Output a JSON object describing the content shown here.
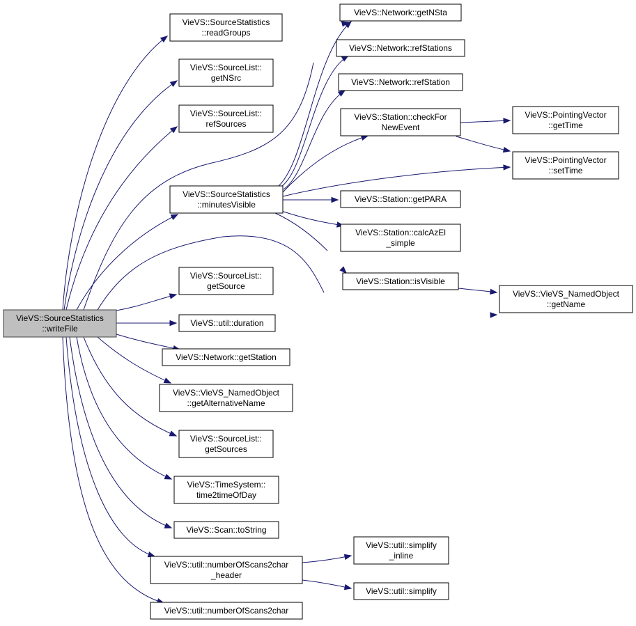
{
  "nodes": [
    {
      "id": "writeFile",
      "lines": [
        "VieVS::SourceStatistics",
        "::writeFile"
      ],
      "highlighted": true
    },
    {
      "id": "readGroups",
      "lines": [
        "VieVS::SourceStatistics",
        "::readGroups"
      ]
    },
    {
      "id": "getNSrc",
      "lines": [
        "VieVS::SourceList::",
        "getNSrc"
      ]
    },
    {
      "id": "refSources",
      "lines": [
        "VieVS::SourceList::",
        "refSources"
      ]
    },
    {
      "id": "minutesVisible",
      "lines": [
        "VieVS::SourceStatistics",
        "::minutesVisible"
      ]
    },
    {
      "id": "getSource",
      "lines": [
        "VieVS::SourceList::",
        "getSource"
      ]
    },
    {
      "id": "duration",
      "lines": [
        "VieVS::util::duration"
      ]
    },
    {
      "id": "getStation",
      "lines": [
        "VieVS::Network::getStation"
      ]
    },
    {
      "id": "getAlternativeName",
      "lines": [
        "VieVS::VieVS_NamedObject",
        "::getAlternativeName"
      ]
    },
    {
      "id": "getSources",
      "lines": [
        "VieVS::SourceList::",
        "getSources"
      ]
    },
    {
      "id": "time2timeOfDay",
      "lines": [
        "VieVS::TimeSystem::",
        "time2timeOfDay"
      ]
    },
    {
      "id": "toString",
      "lines": [
        "VieVS::Scan::toString"
      ]
    },
    {
      "id": "numberOfScans2char_header",
      "lines": [
        "VieVS::util::numberOfScans2char",
        "_header"
      ]
    },
    {
      "id": "numberOfScans2char",
      "lines": [
        "VieVS::util::numberOfScans2char"
      ]
    },
    {
      "id": "getNSta",
      "lines": [
        "VieVS::Network::getNSta"
      ]
    },
    {
      "id": "refStations",
      "lines": [
        "VieVS::Network::refStations"
      ]
    },
    {
      "id": "refStation",
      "lines": [
        "VieVS::Network::refStation"
      ]
    },
    {
      "id": "checkForNewEvent",
      "lines": [
        "VieVS::Station::checkFor",
        "NewEvent"
      ]
    },
    {
      "id": "getPARA",
      "lines": [
        "VieVS::Station::getPARA"
      ]
    },
    {
      "id": "calcAzEl_simple",
      "lines": [
        "VieVS::Station::calcAzEl",
        "_simple"
      ]
    },
    {
      "id": "isVisible",
      "lines": [
        "VieVS::Station::isVisible"
      ]
    },
    {
      "id": "pv_getTime",
      "lines": [
        "VieVS::PointingVector",
        "::getTime"
      ]
    },
    {
      "id": "pv_setTime",
      "lines": [
        "VieVS::PointingVector",
        "::setTime"
      ]
    },
    {
      "id": "getName",
      "lines": [
        "VieVS::VieVS_NamedObject",
        "::getName"
      ]
    },
    {
      "id": "simplify_inline",
      "lines": [
        "VieVS::util::simplify",
        "_inline"
      ]
    },
    {
      "id": "simplify",
      "lines": [
        "VieVS::util::simplify"
      ]
    }
  ],
  "edges": [
    [
      "writeFile",
      "readGroups"
    ],
    [
      "writeFile",
      "getNSrc"
    ],
    [
      "writeFile",
      "refSources"
    ],
    [
      "writeFile",
      "minutesVisible"
    ],
    [
      "writeFile",
      "getNSta"
    ],
    [
      "writeFile",
      "getName"
    ],
    [
      "writeFile",
      "getSource"
    ],
    [
      "writeFile",
      "duration"
    ],
    [
      "writeFile",
      "getStation"
    ],
    [
      "writeFile",
      "getAlternativeName"
    ],
    [
      "writeFile",
      "getSources"
    ],
    [
      "writeFile",
      "time2timeOfDay"
    ],
    [
      "writeFile",
      "toString"
    ],
    [
      "writeFile",
      "numberOfScans2char_header"
    ],
    [
      "writeFile",
      "numberOfScans2char"
    ],
    [
      "minutesVisible",
      "getNSta"
    ],
    [
      "minutesVisible",
      "refStations"
    ],
    [
      "minutesVisible",
      "refStation"
    ],
    [
      "minutesVisible",
      "checkForNewEvent"
    ],
    [
      "minutesVisible",
      "pv_setTime"
    ],
    [
      "minutesVisible",
      "getPARA"
    ],
    [
      "minutesVisible",
      "calcAzEl_simple"
    ],
    [
      "minutesVisible",
      "isVisible"
    ],
    [
      "checkForNewEvent",
      "pv_getTime"
    ],
    [
      "checkForNewEvent",
      "pv_setTime"
    ],
    [
      "isVisible",
      "getName"
    ],
    [
      "numberOfScans2char_header",
      "simplify_inline"
    ],
    [
      "numberOfScans2char_header",
      "simplify"
    ]
  ]
}
